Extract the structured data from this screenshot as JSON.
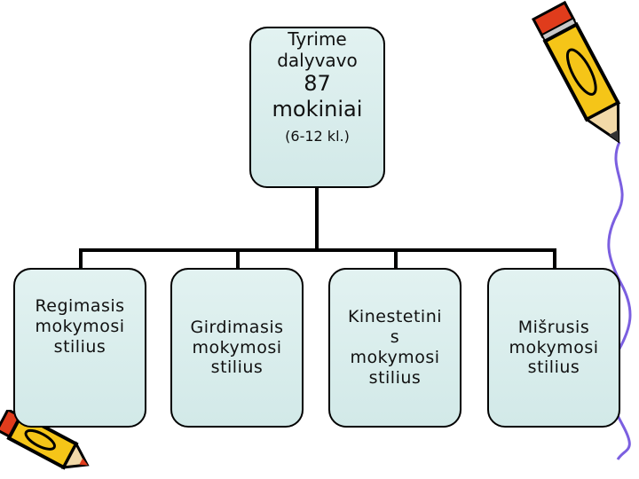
{
  "root": {
    "line1": "Tyrime",
    "line2": "dalyvavo",
    "count": "87",
    "noun": "mokiniai",
    "grades": "(6-12 kl.)"
  },
  "children": [
    {
      "lines": [
        "Regimasis",
        "mokymosi",
        "stilius"
      ]
    },
    {
      "lines": [
        "Girdimasis",
        "mokymosi",
        "stilius"
      ]
    },
    {
      "lines": [
        "Kinestetini",
        "s",
        "mokymosi",
        "stilius"
      ]
    },
    {
      "lines": [
        "Mišrusis",
        "mokymosi",
        "stilius"
      ]
    }
  ],
  "colors": {
    "box_fill": "#d8eceb",
    "box_border": "#000000",
    "connector": "#000000",
    "pencil_body": "#f5c518",
    "pencil_accent": "#e03c1c",
    "squiggle": "#7b5fe0"
  },
  "icons": [
    "pencil-icon-top-right",
    "pencil-icon-bottom-left",
    "decorative-squiggle"
  ]
}
